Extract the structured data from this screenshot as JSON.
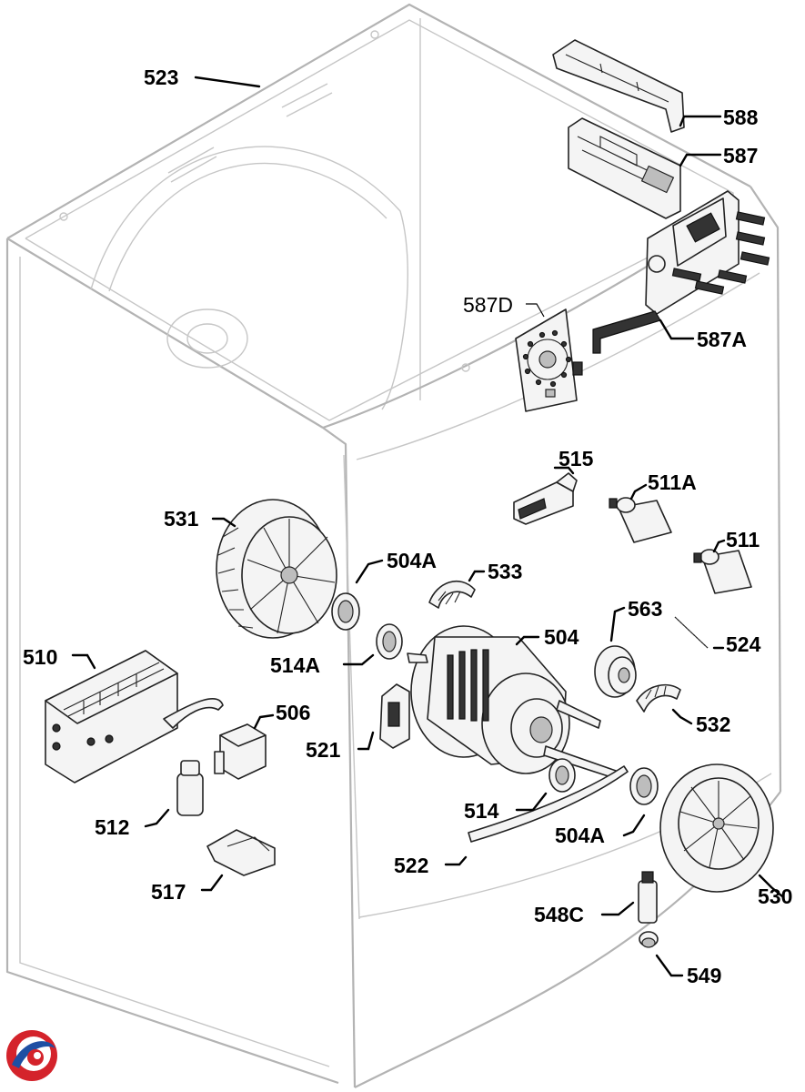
{
  "labels": {
    "l523": "523",
    "l588": "588",
    "l587": "587",
    "l587D": "587D",
    "l587A": "587A",
    "l515": "515",
    "l511A": "511A",
    "l511": "511",
    "l531": "531",
    "l504A_top": "504A",
    "l533": "533",
    "l563": "563",
    "l524": "524",
    "l510": "510",
    "l514A": "514A",
    "l504": "504",
    "l506": "506",
    "l532": "532",
    "l521": "521",
    "l512": "512",
    "l514": "514",
    "l504A_bottom": "504A",
    "l530": "530",
    "l517": "517",
    "l522": "522",
    "l548C": "548C",
    "l549": "549"
  },
  "colors": {
    "cabinet_outline": "#b3b3b3",
    "part_outline": "#222222",
    "label_text": "#000000",
    "logo_red": "#d4232b",
    "logo_blue": "#1e4fa3"
  },
  "icons": {
    "logo": "brand-logo-icon"
  }
}
